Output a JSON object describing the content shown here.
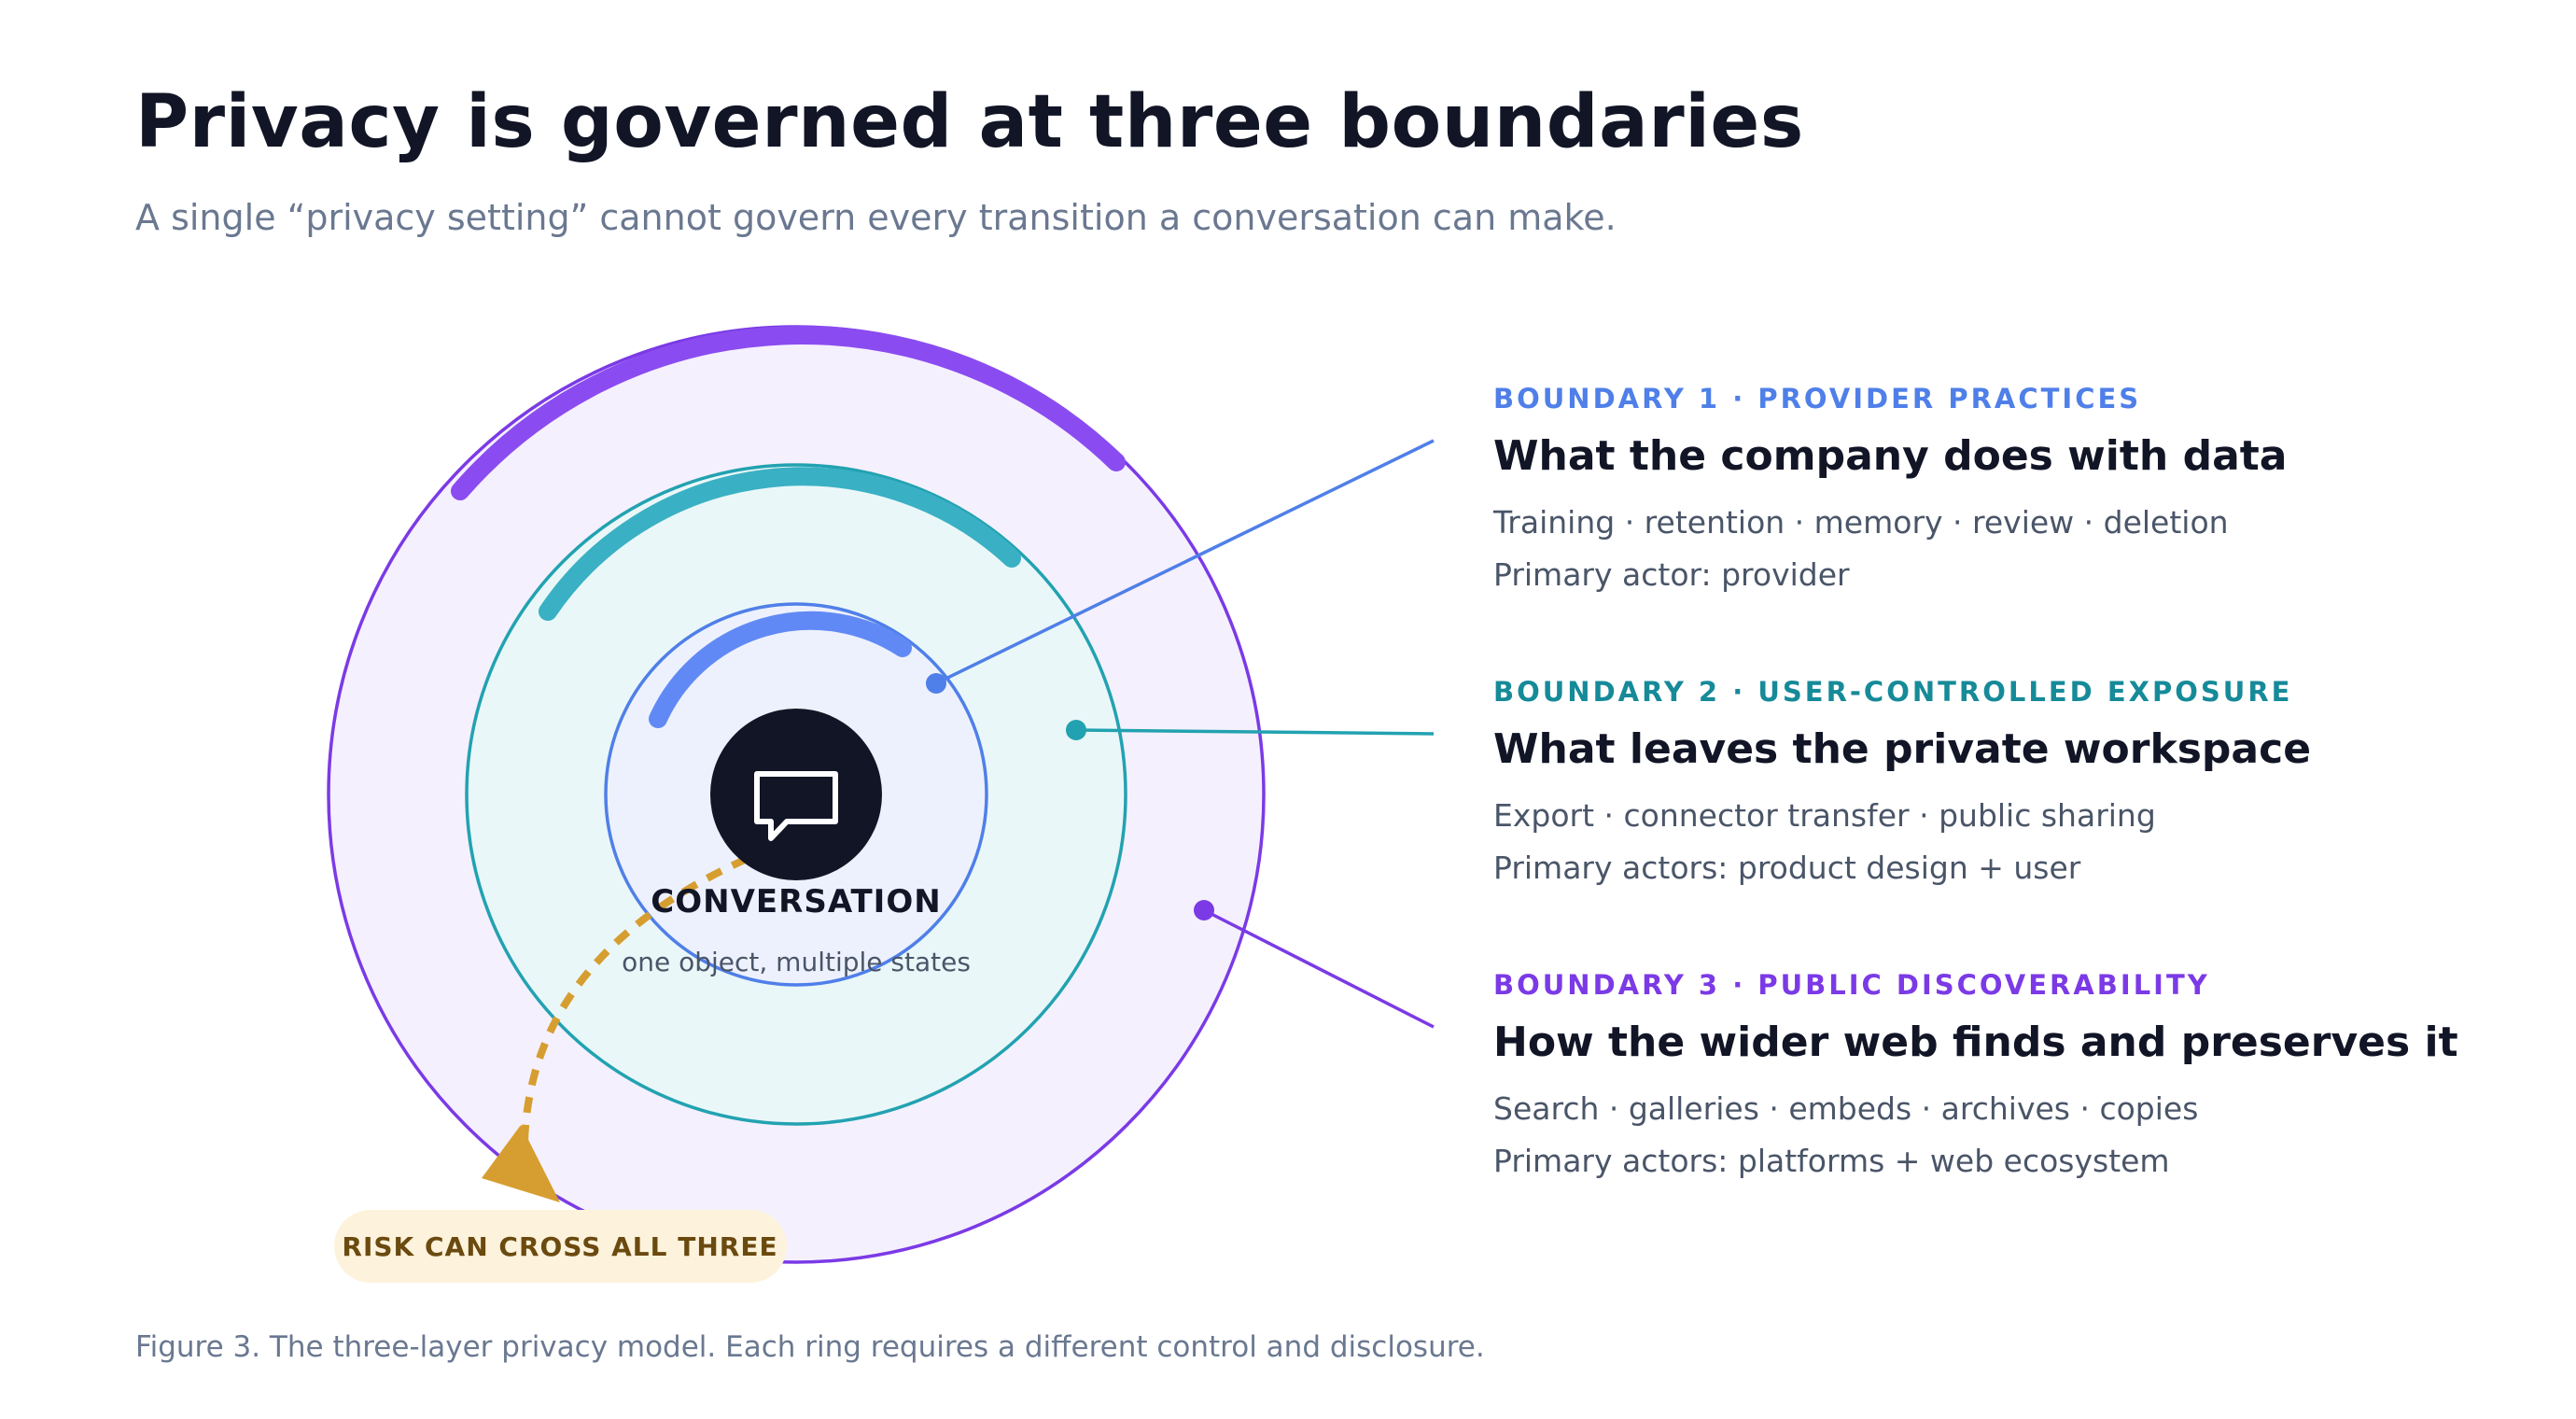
{
  "title": "Privacy is governed at three boundaries",
  "subtitle": "A single “privacy setting” cannot govern every transition a conversation can make.",
  "caption": "Figure 3. The three-layer privacy model. Each ring requires a different control and disclosure.",
  "center": {
    "label": "CONVERSATION",
    "sublabel": "one object, multiple states",
    "icon": "speech-bubble-icon"
  },
  "risk_label": "RISK CAN CROSS ALL THREE",
  "boundaries": [
    {
      "tag": "BOUNDARY 1 · PROVIDER PRACTICES",
      "heading": "What the company does with data",
      "items": "Training · retention · memory · review · deletion",
      "actors": "Primary actor: provider",
      "color": "#4f7fe8"
    },
    {
      "tag": "BOUNDARY 2 · USER-CONTROLLED EXPOSURE",
      "heading": "What leaves the private workspace",
      "items": "Export · connector transfer · public sharing",
      "actors": "Primary actors: product design + user",
      "color": "#168a99"
    },
    {
      "tag": "BOUNDARY 3 · PUBLIC DISCOVERABILITY",
      "heading": "How the wider web finds and preserves it",
      "items": "Search · galleries · embeds · archives · copies",
      "actors": "Primary actors: platforms + web ecosystem",
      "color": "#7b3ae6"
    }
  ],
  "colors": {
    "ring_inner": "#4f7fe8",
    "ring_middle": "#22a2b1",
    "ring_outer": "#7b3ae6",
    "risk": "#d69e30",
    "center": "#111526"
  }
}
